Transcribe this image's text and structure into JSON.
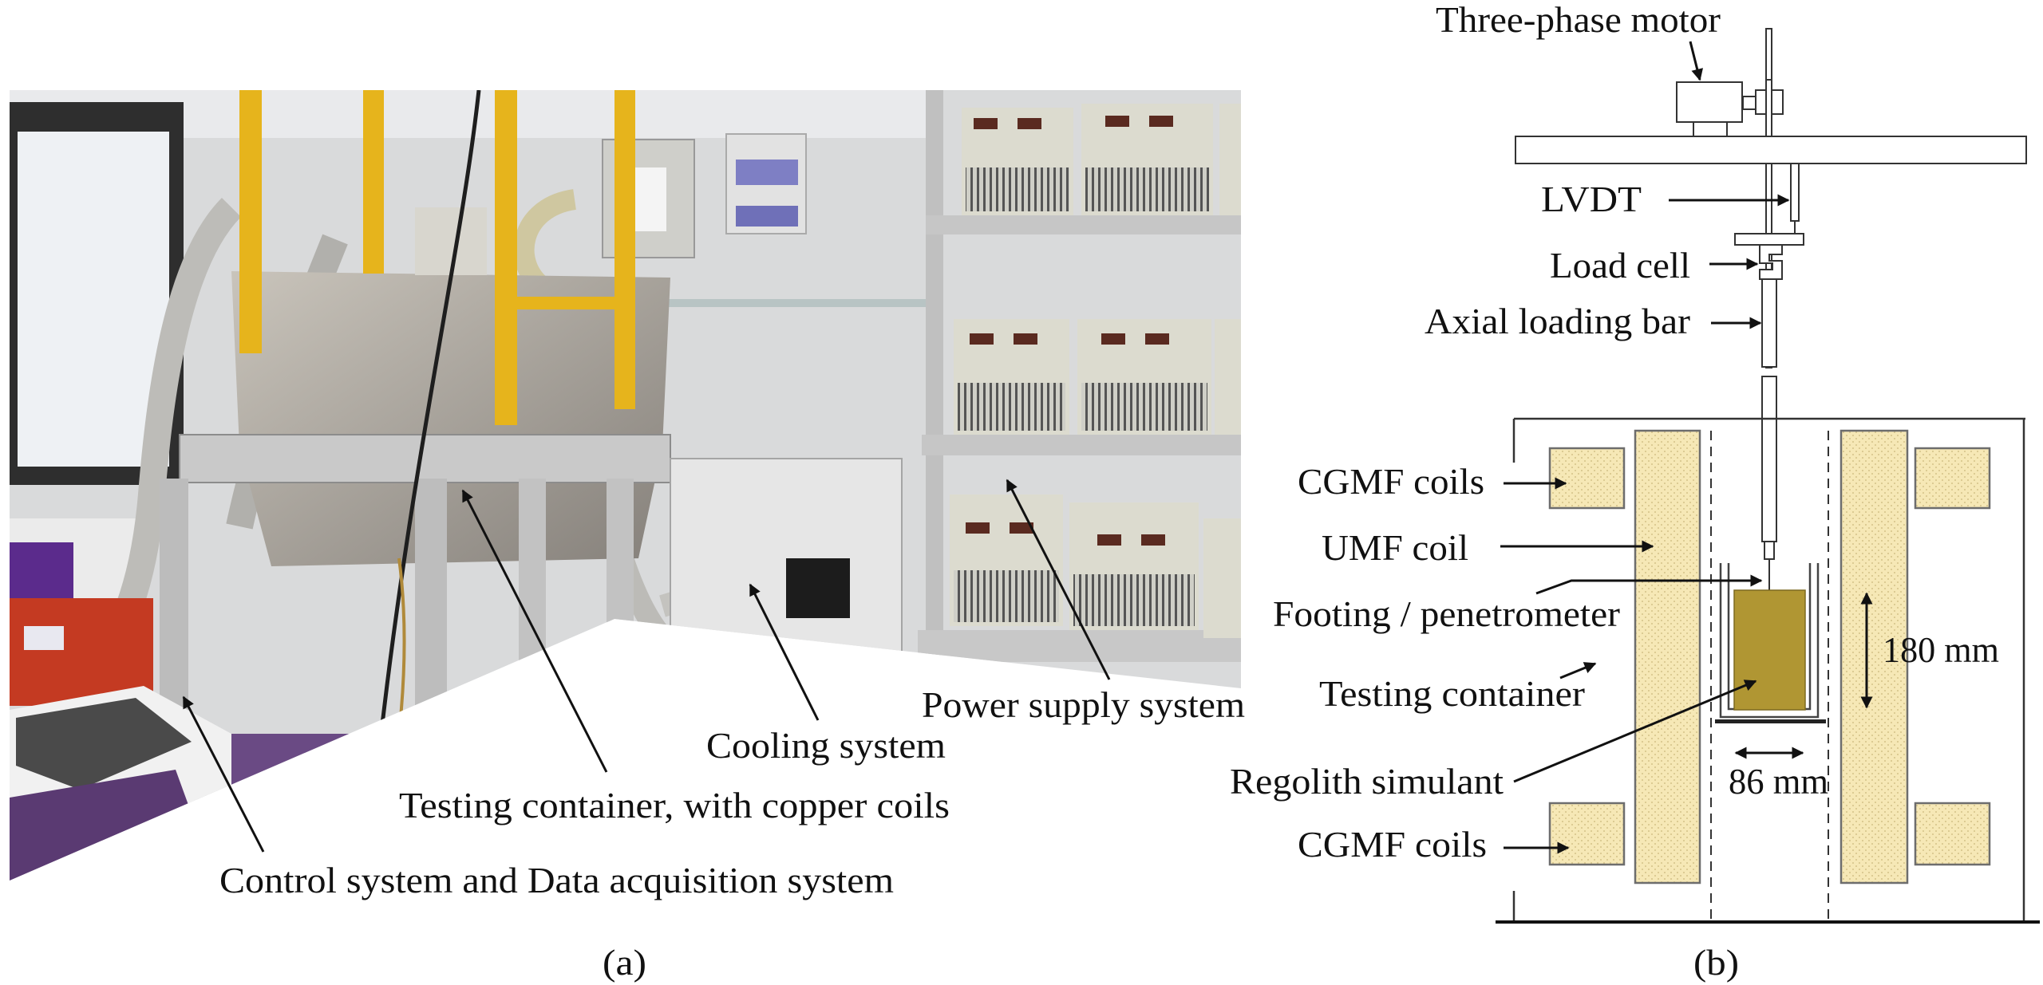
{
  "panel_a": {
    "caption": "(a)",
    "labels": {
      "power_supply": "Power supply system",
      "cooling": "Cooling system",
      "testing_container": "Testing container, with copper coils",
      "control_daq": "Control system and Data acquisition system"
    }
  },
  "panel_b": {
    "caption": "(b)",
    "labels": {
      "motor": "Three-phase motor",
      "lvdt": "LVDT",
      "load_cell": "Load cell",
      "axial_bar": "Axial loading bar",
      "cgmf_top": "CGMF coils",
      "umf": "UMF coil",
      "footing": "Footing / penetrometer",
      "container": "Testing container",
      "regolith": "Regolith simulant",
      "cgmf_bottom": "CGMF coils",
      "height_dim": "180 mm",
      "width_dim": "86 mm"
    }
  },
  "colors": {
    "coil_fill": "#f6e8b6",
    "regolith_fill": "#b09633",
    "yellow_bars": "#e6b41c"
  }
}
